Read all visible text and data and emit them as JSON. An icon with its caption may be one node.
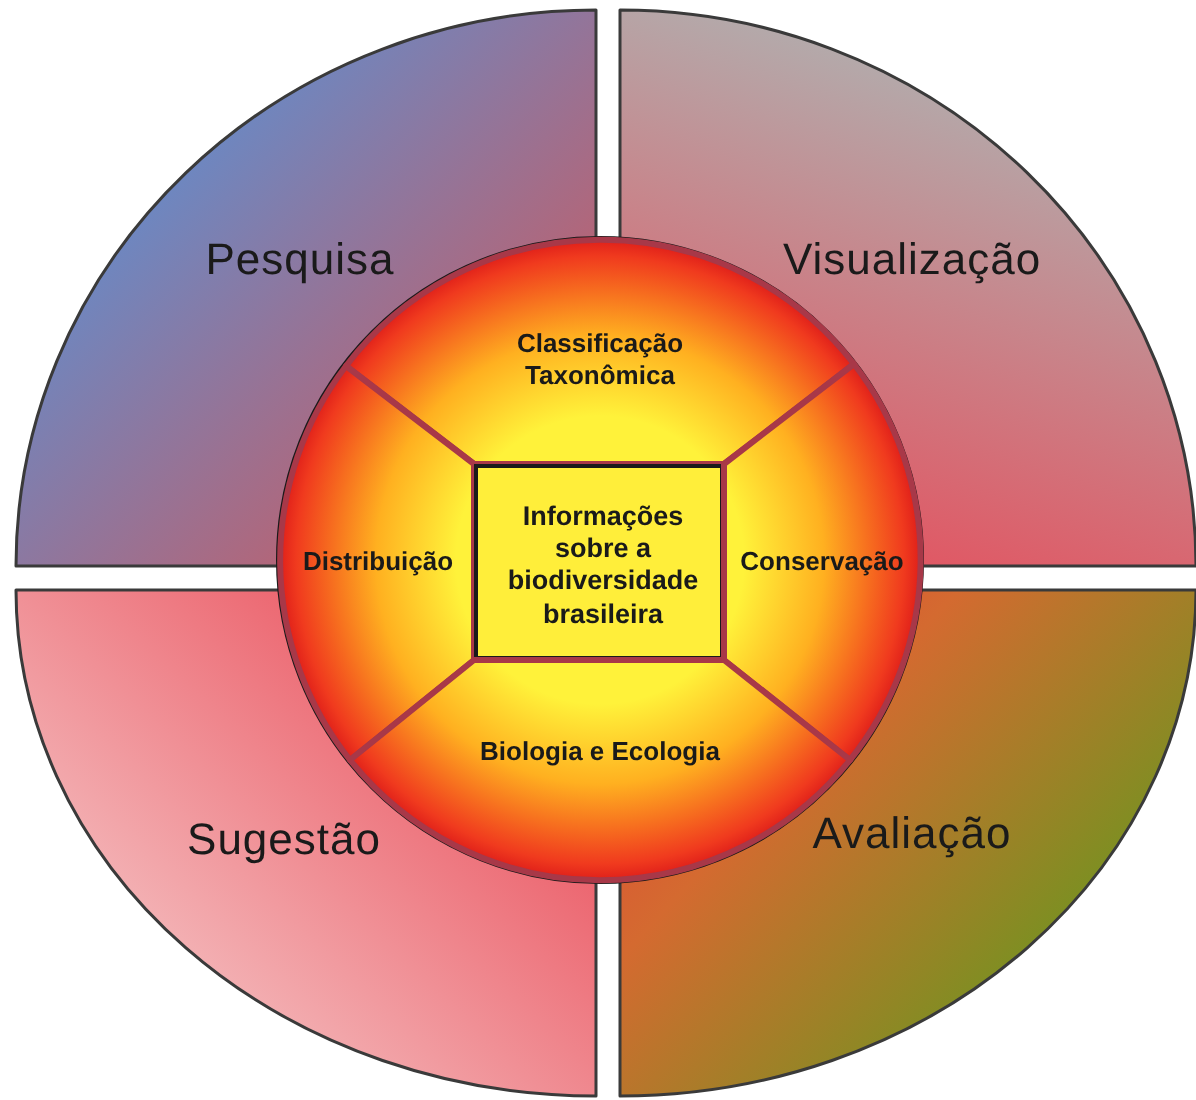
{
  "diagram": {
    "nodes": [
      {
        "text": [
          "Pesquisa"
        ]
      },
      {
        "text": [
          "Visualização"
        ]
      },
      {
        "text": [
          "Classificação Taxonômica"
        ]
      },
      {
        "text": [
          "Distribuição"
        ]
      },
      {
        "text": [
          "Informações sobre a biodiversidade brasileira"
        ]
      },
      {
        "text": [
          "Conservação"
        ]
      },
      {
        "text": [
          "Biologia e Ecologia"
        ]
      },
      {
        "text": [
          "Sugestão"
        ]
      },
      {
        "text": [
          "Avaliação"
        ]
      }
    ]
  }
}
